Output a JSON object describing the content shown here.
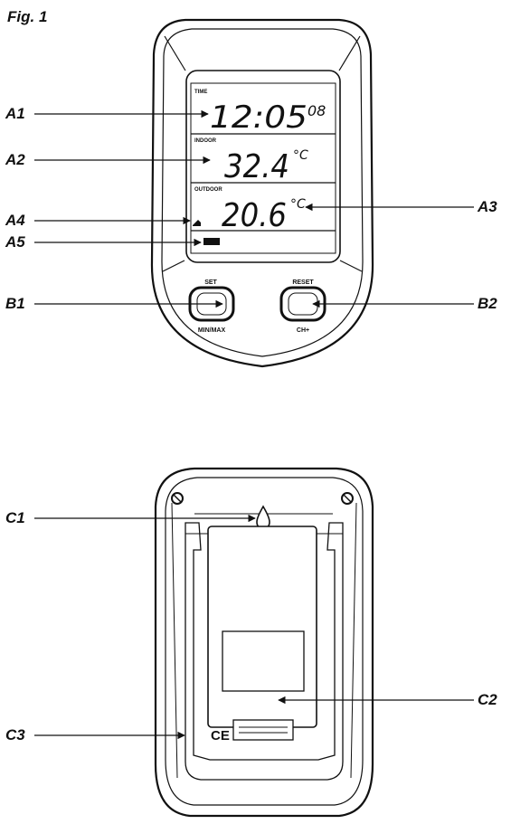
{
  "figure_label": "Fig. 1",
  "front": {
    "lcd": {
      "time_label": "TIME",
      "time_main": "12:05",
      "time_seconds": "08",
      "indoor_label": "INDOOR",
      "indoor_value": "32.4",
      "indoor_unit": "°C",
      "outdoor_label": "OUTDOOR",
      "outdoor_value": "20.6",
      "outdoor_unit": "°C"
    },
    "buttons": {
      "left_top": "SET",
      "left_bottom": "MIN/MAX",
      "right_top": "RESET",
      "right_bottom": "CH+"
    }
  },
  "callouts": {
    "A1": "A1",
    "A2": "A2",
    "A3": "A3",
    "A4": "A4",
    "A5": "A5",
    "B1": "B1",
    "B2": "B2",
    "C1": "C1",
    "C2": "C2",
    "C3": "C3"
  },
  "back": {
    "ce_mark": "CE"
  }
}
